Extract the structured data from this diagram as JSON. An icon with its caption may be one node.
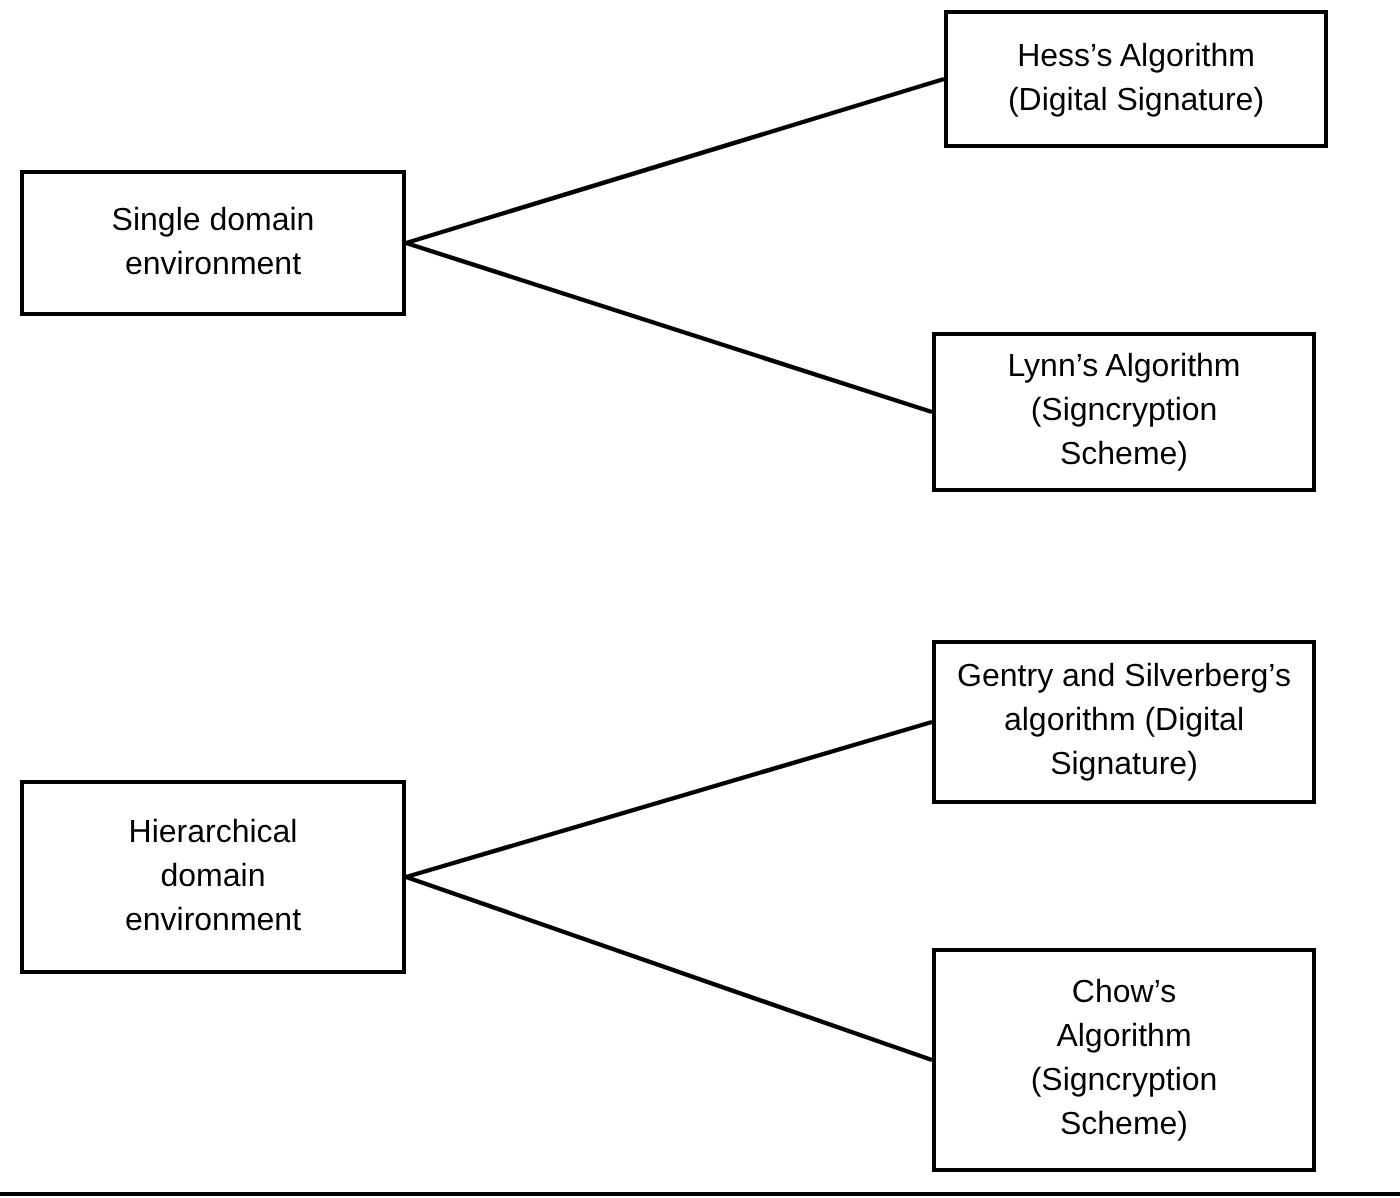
{
  "diagram": {
    "nodes": [
      {
        "text": [
          "Single domain environment"
        ]
      },
      {
        "text": [
          "Hess’s Algorithm (Digital Signature)"
        ]
      },
      {
        "text": [
          "Lynn’s Algorithm (Signcryption Scheme)"
        ]
      },
      {
        "text": [
          "Hierarchical domain environment"
        ]
      },
      {
        "text": [
          "Gentry and Silverberg’s algorithm (Digital Signature)"
        ]
      },
      {
        "text": [
          "Chow’s Algorithm (Signcryption Scheme)"
        ]
      }
    ],
    "edges": [
      {
        "from": 0,
        "to": 1,
        "arrow": "none"
      },
      {
        "from": 0,
        "to": 2,
        "arrow": "none"
      },
      {
        "from": 3,
        "to": 4,
        "arrow": "none"
      },
      {
        "from": 3,
        "to": 5,
        "arrow": "none"
      }
    ]
  }
}
